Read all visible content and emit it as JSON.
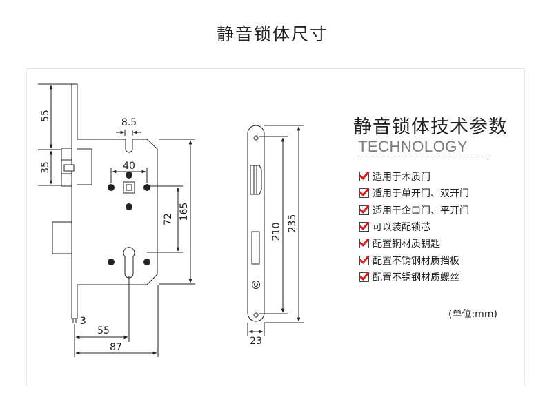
{
  "page": {
    "title": "静音锁体尺寸"
  },
  "specs": {
    "title": "静音锁体技术参数",
    "subtitle": "TECHNOLOGY",
    "features": [
      "适用于木质门",
      "适用于单开门、双开门",
      "适用于企口门、平开门",
      "可以装配锁芯",
      "配置铜材质钥匙",
      "配置不锈钢材质挡板",
      "配置不锈钢材质螺丝"
    ],
    "unit_note": "(单位:mm)"
  },
  "dimensions": {
    "d55_top": "55",
    "d35": "35",
    "d8_5": "8.5",
    "d40": "40",
    "d72": "72",
    "d165": "165",
    "d3": "3",
    "d55_bottom": "55",
    "d87": "87",
    "d210": "210",
    "d235": "235",
    "d23": "23"
  }
}
